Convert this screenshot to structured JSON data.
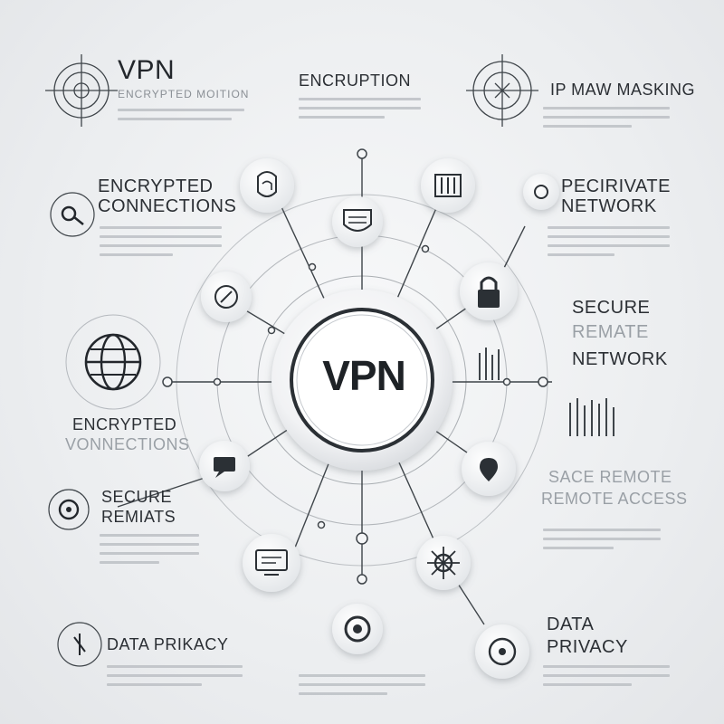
{
  "center": {
    "label": "VPN"
  },
  "labels": {
    "title": "VPN",
    "title_sub": "ENCRYPTED MOITION",
    "encryption": "ENCRUPTION",
    "ip_masking": "IP MAW MASKING",
    "encrypted_connections_top_1": "ENCRYPTED",
    "encrypted_connections_top_2": "CONNECTIONS",
    "private_network_1": "PECIRIVATE",
    "private_network_2": "NETWORK",
    "secure_remote_network_1": "SECURE",
    "secure_remote_network_2": "REMATE",
    "secure_remote_network_3": "NETWORK",
    "encrypted_connections_mid_1": "ENCRYPTED",
    "encrypted_connections_mid_2": "VONNECTIONS",
    "secure_remote_access_1": "SACE REMOTE",
    "secure_remote_access_2": "REMOTE ACCESS",
    "secure_remats_1": "SECURE",
    "secure_remats_2": "REMIATS",
    "data_privacy_left": "DATA PRIKACY",
    "data_privacy_right_1": "DATA",
    "data_privacy_right_2": "PRIVACY"
  },
  "icons": [
    "target-icon",
    "fingerprint-icon",
    "shield-icon",
    "server-icon",
    "lock-icon",
    "compass-icon",
    "globe-icon",
    "chat-icon",
    "location-icon",
    "monitor-icon",
    "network-icon",
    "refresh-icon",
    "key-icon",
    "eye-icon",
    "wifi-icon",
    "power-icon"
  ],
  "colors": {
    "background": "#eceef0",
    "ink": "#23272c",
    "line": "#555b61",
    "muted": "#9aa0a6"
  }
}
